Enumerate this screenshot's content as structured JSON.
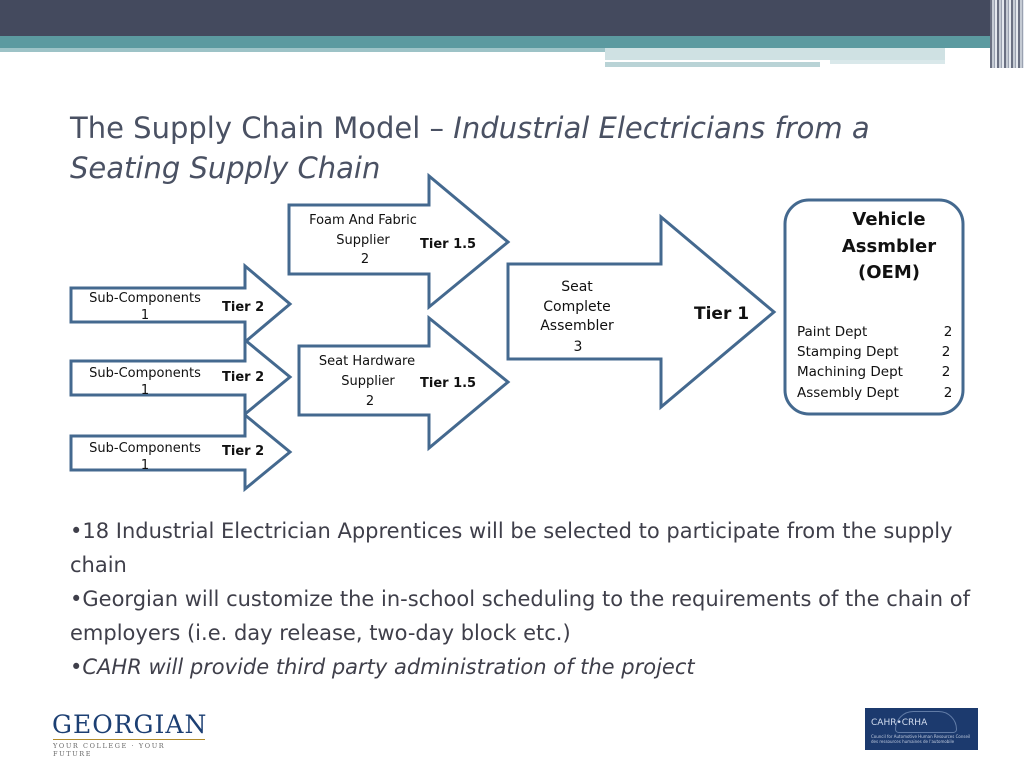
{
  "slide": {
    "title_plain": "The Supply Chain Model – ",
    "title_italic": "Industrial Electricians from a Seating Supply Chain",
    "colors": {
      "accent": "#4a6f96",
      "header_bar": "#444a5e",
      "teal": "#5c9aa0",
      "title": "#4a5163"
    }
  },
  "diagram": {
    "tier2_boxes": [
      {
        "line1": "Sub-Components",
        "line2": "1",
        "tier": "Tier 2"
      },
      {
        "line1": "Sub-Components",
        "line2": "1",
        "tier": "Tier 2"
      },
      {
        "line1": "Sub-Components",
        "line2": "1",
        "tier": "Tier 2"
      }
    ],
    "tier15_boxes": [
      {
        "line1": "Foam And Fabric",
        "line2": "Supplier",
        "line3": "2",
        "tier": "Tier 1.5"
      },
      {
        "line1": "Seat Hardware",
        "line2": "Supplier",
        "line3": "2",
        "tier": "Tier 1.5"
      }
    ],
    "tier1_box": {
      "line1": "Seat",
      "line2": "Complete",
      "line3": "Assembler",
      "line4": "3",
      "tier": "Tier 1"
    },
    "oem_box": {
      "title1": "Vehicle",
      "title2": "Assmbler",
      "title3": "(OEM)",
      "depts": [
        {
          "name": "Paint Dept",
          "count": "2"
        },
        {
          "name": "Stamping Dept",
          "count": "2"
        },
        {
          "name": "Machining Dept",
          "count": "2"
        },
        {
          "name": "Assembly Dept",
          "count": "2"
        }
      ]
    }
  },
  "bullets": [
    "•18 Industrial Electrician Apprentices will be selected to participate from the supply chain",
    "•Georgian will customize the in-school scheduling to the requirements of the chain of employers  (i.e. day release, two-day block etc.)",
    "•CAHR will provide third party administration of the project"
  ],
  "logos": {
    "georgian_name": "GEORGIAN",
    "georgian_tagline": "YOUR COLLEGE · YOUR FUTURE",
    "cahr_name": "CAHR•CRHA",
    "cahr_sub": "Council for Automotive Human Resources Conseil des ressources humaines de l'automobile"
  }
}
